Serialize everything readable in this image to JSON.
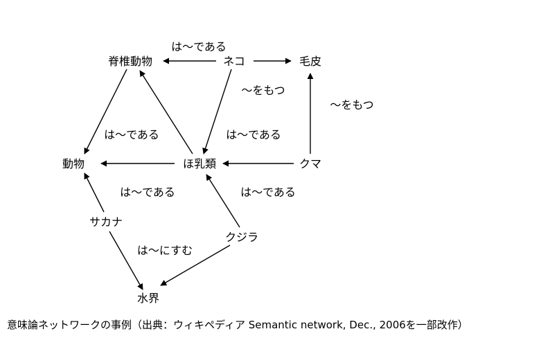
{
  "diagram": {
    "nodes": {
      "vertebrate": "脊椎動物",
      "cat": "ネコ",
      "fur": "毛皮",
      "animal": "動物",
      "mammal": "ほ乳類",
      "bear": "クマ",
      "fish": "サカナ",
      "whale": "クジラ",
      "water": "水界"
    },
    "edges": {
      "cat_vertebrate": "は～である",
      "cat_fur": "～をもつ",
      "bear_fur": "～をもつ",
      "vertebrate_animal": "は～である",
      "cat_mammal": "は～である",
      "mammal_animal": "は～である",
      "whale_mammal": "は～である",
      "fish_water": "は～にすむ"
    }
  },
  "caption": "意味論ネットワークの事例（出典：ウィキペディア Semantic network, Dec., 2006を一部改作）"
}
